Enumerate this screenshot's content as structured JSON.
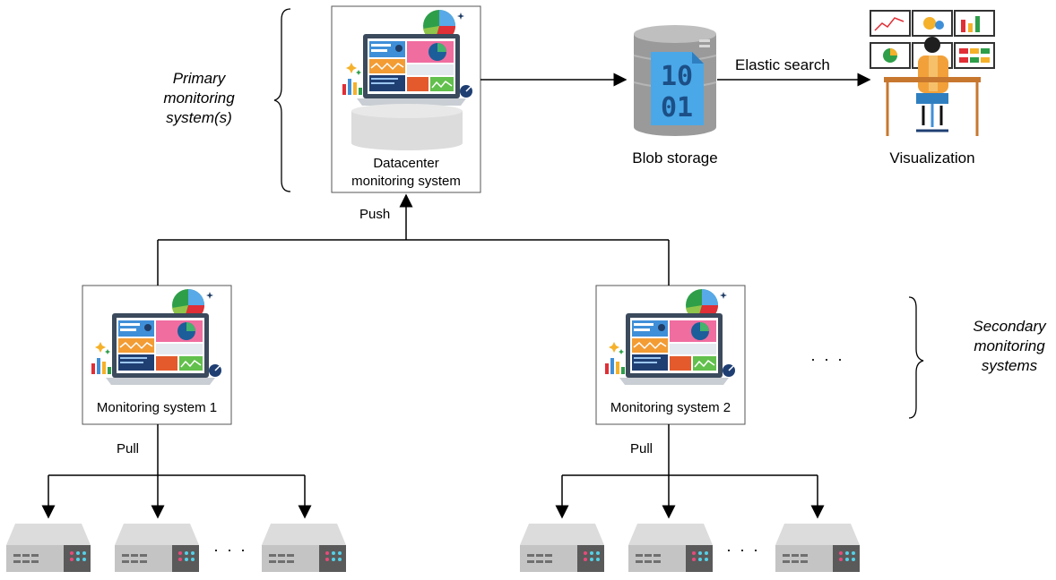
{
  "labels": {
    "primary_brace": [
      "Primary",
      "monitoring",
      "system(s)"
    ],
    "secondary_brace": [
      "Secondary",
      "monitoring",
      "systems"
    ],
    "datacenter": [
      "Datacenter",
      "monitoring system"
    ],
    "blob_storage": "Blob storage",
    "elastic_search": "Elastic search",
    "visualization": "Visualization",
    "push": "Push",
    "pull_1": "Pull",
    "pull_2": "Pull",
    "monitoring_system_1": "Monitoring system 1",
    "monitoring_system_2": "Monitoring system 2",
    "ellipsis_systems": "· · ·",
    "ellipsis_servers_1": "· · ·",
    "ellipsis_servers_2": "· · ·",
    "blob_bits_top": "10",
    "blob_bits_bottom": "01"
  },
  "colors": {
    "line": "#000000",
    "server_body": "#c4c4c4",
    "server_top": "#dcdcdc",
    "server_panel": "#5a5a5a",
    "cylinder": "#9a9a9a",
    "doc_blue": "#4aa8e8"
  }
}
